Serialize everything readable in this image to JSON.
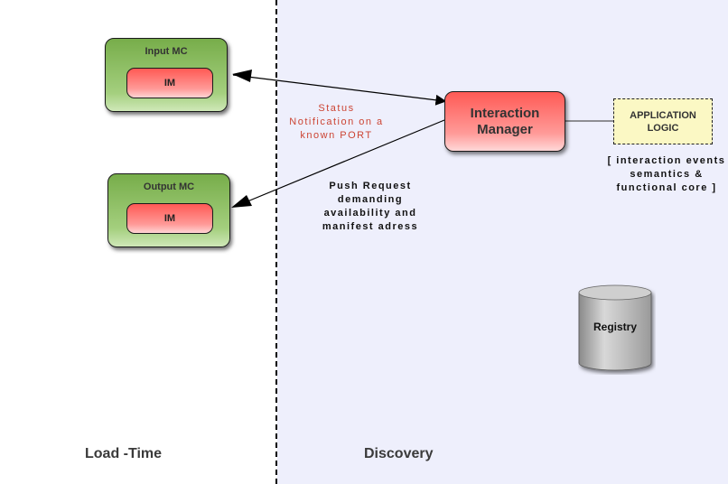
{
  "sections": {
    "left": "Load -Time",
    "right": "Discovery"
  },
  "input_mc": {
    "title": "Input MC",
    "inner": "IM"
  },
  "output_mc": {
    "title": "Output MC",
    "inner": "IM"
  },
  "interaction_manager": {
    "line1": "Interaction",
    "line2": "Manager"
  },
  "application_logic": {
    "line1": "APPLICATION",
    "line2": "LOGIC"
  },
  "app_logic_note": {
    "line1": "[ interaction events",
    "line2": "semantics &",
    "line3": "functional core ]"
  },
  "status_note": {
    "line1": "Status",
    "line2": "Notification on a",
    "line3": "known PORT"
  },
  "push_note": {
    "line1": "Push Request",
    "line2": "demanding",
    "line3": "availability and",
    "line4": "manifest adress"
  },
  "registry": {
    "label": "Registry"
  },
  "colors": {
    "discovery_bg": "#eeeffc",
    "mc_green": "#8fbf63",
    "im_red": "#ff6b66",
    "app_logic_yellow": "#fbf8c4",
    "status_text": "#cc4433"
  }
}
